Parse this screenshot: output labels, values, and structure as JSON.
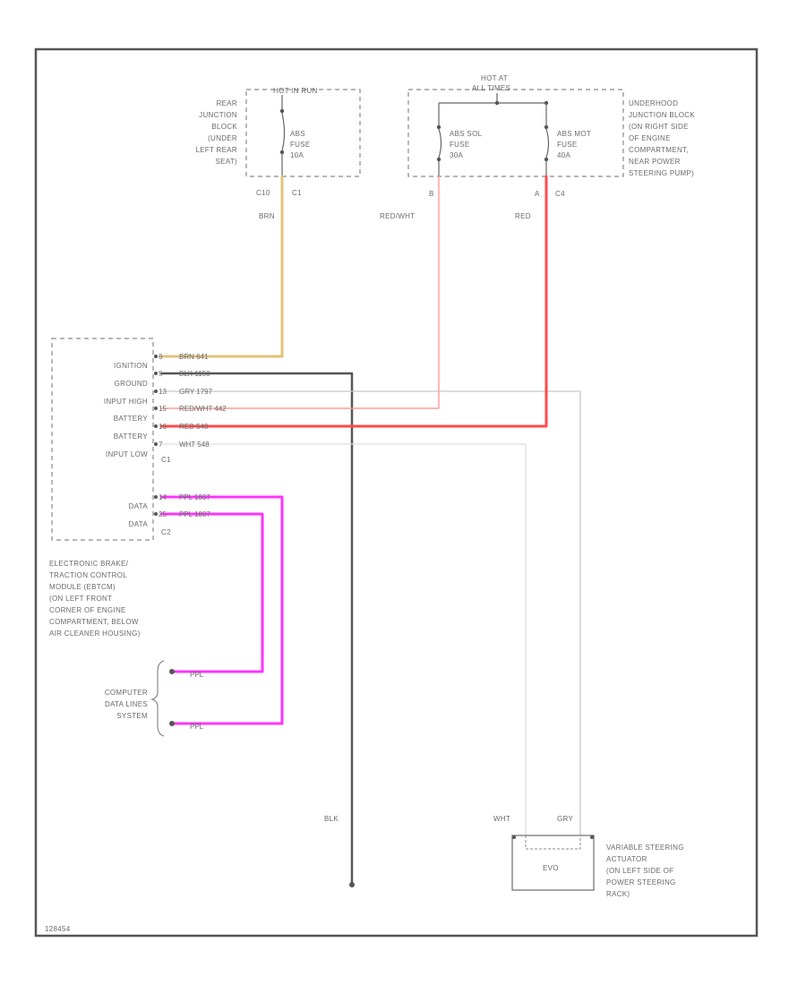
{
  "diagram": {
    "code": "128454",
    "junction_block": {
      "label_lines": [
        "REAR",
        "JUNCTION",
        "BLOCK",
        "(UNDER",
        "LEFT REAR",
        "SEAT)"
      ],
      "hot_label": "HOT IN RUN",
      "fuse_lines": [
        "ABS",
        "FUSE",
        "10A"
      ],
      "conn_left": "C10",
      "conn_right": "C1",
      "wire_color": "BRN"
    },
    "underhood_block": {
      "hot_lines": [
        "HOT AT",
        "ALL TIMES"
      ],
      "fuse_sol_lines": [
        "ABS SOL",
        "FUSE",
        "30A"
      ],
      "fuse_mot_lines": [
        "ABS MOT",
        "FUSE",
        "40A"
      ],
      "label_lines": [
        "UNDERHOOD",
        "JUNCTION BLOCK",
        "(ON RIGHT SIDE",
        "OF ENGINE",
        "COMPARTMENT,",
        "NEAR POWER",
        "STEERING PUMP)"
      ],
      "pin_b": "B",
      "pin_a": "A",
      "connector": "C4",
      "wire_sol": "RED/WHT",
      "wire_mot": "RED"
    },
    "module": {
      "pins": [
        {
          "name": "IGNITION",
          "pin": "6",
          "wire": "BRN  641"
        },
        {
          "name": "GROUND",
          "pin": "5",
          "wire": "BLK  1150"
        },
        {
          "name": "INPUT HIGH",
          "pin": "13",
          "wire": "GRY  1797"
        },
        {
          "name": "BATTERY",
          "pin": "15",
          "wire": "RED/WHT  442"
        },
        {
          "name": "BATTERY",
          "pin": "16",
          "wire": "RED  540"
        },
        {
          "name": "INPUT LOW",
          "pin": "7",
          "wire": "WHT  548"
        }
      ],
      "conn1": "C1",
      "data_pins": [
        {
          "name": "DATA",
          "pin": "14",
          "wire": "PPL  1807"
        },
        {
          "name": "DATA",
          "pin": "25",
          "wire": "PPL  1807"
        }
      ],
      "conn2": "C2",
      "label_lines": [
        "ELECTRONIC BRAKE/",
        "TRACTION CONTROL",
        "MODULE (EBTCM)",
        "(ON LEFT FRONT",
        "CORNER OF ENGINE",
        "COMPARTMENT, BELOW",
        "AIR CLEANER HOUSING)"
      ]
    },
    "data_lines": {
      "label_lines": [
        "COMPUTER",
        "DATA LINES",
        "SYSTEM"
      ],
      "wire_top": "PPL",
      "wire_bottom": "PPL"
    },
    "ground_wire": "BLK",
    "actuator": {
      "wire_left": "WHT",
      "wire_right": "GRY",
      "inner": "EVO",
      "label_lines": [
        "VARIABLE STEERING",
        "ACTUATOR",
        "(ON LEFT SIDE OF",
        "POWER STEERING",
        "RACK)"
      ]
    },
    "colors": {
      "brn": "#e0c27a",
      "blk": "#555555",
      "red": "#ff4a4a",
      "red_wht": "#ff9a9a",
      "ppl": "#ff33ff",
      "gry": "#c8c8c8",
      "wht": "#dedede"
    }
  }
}
